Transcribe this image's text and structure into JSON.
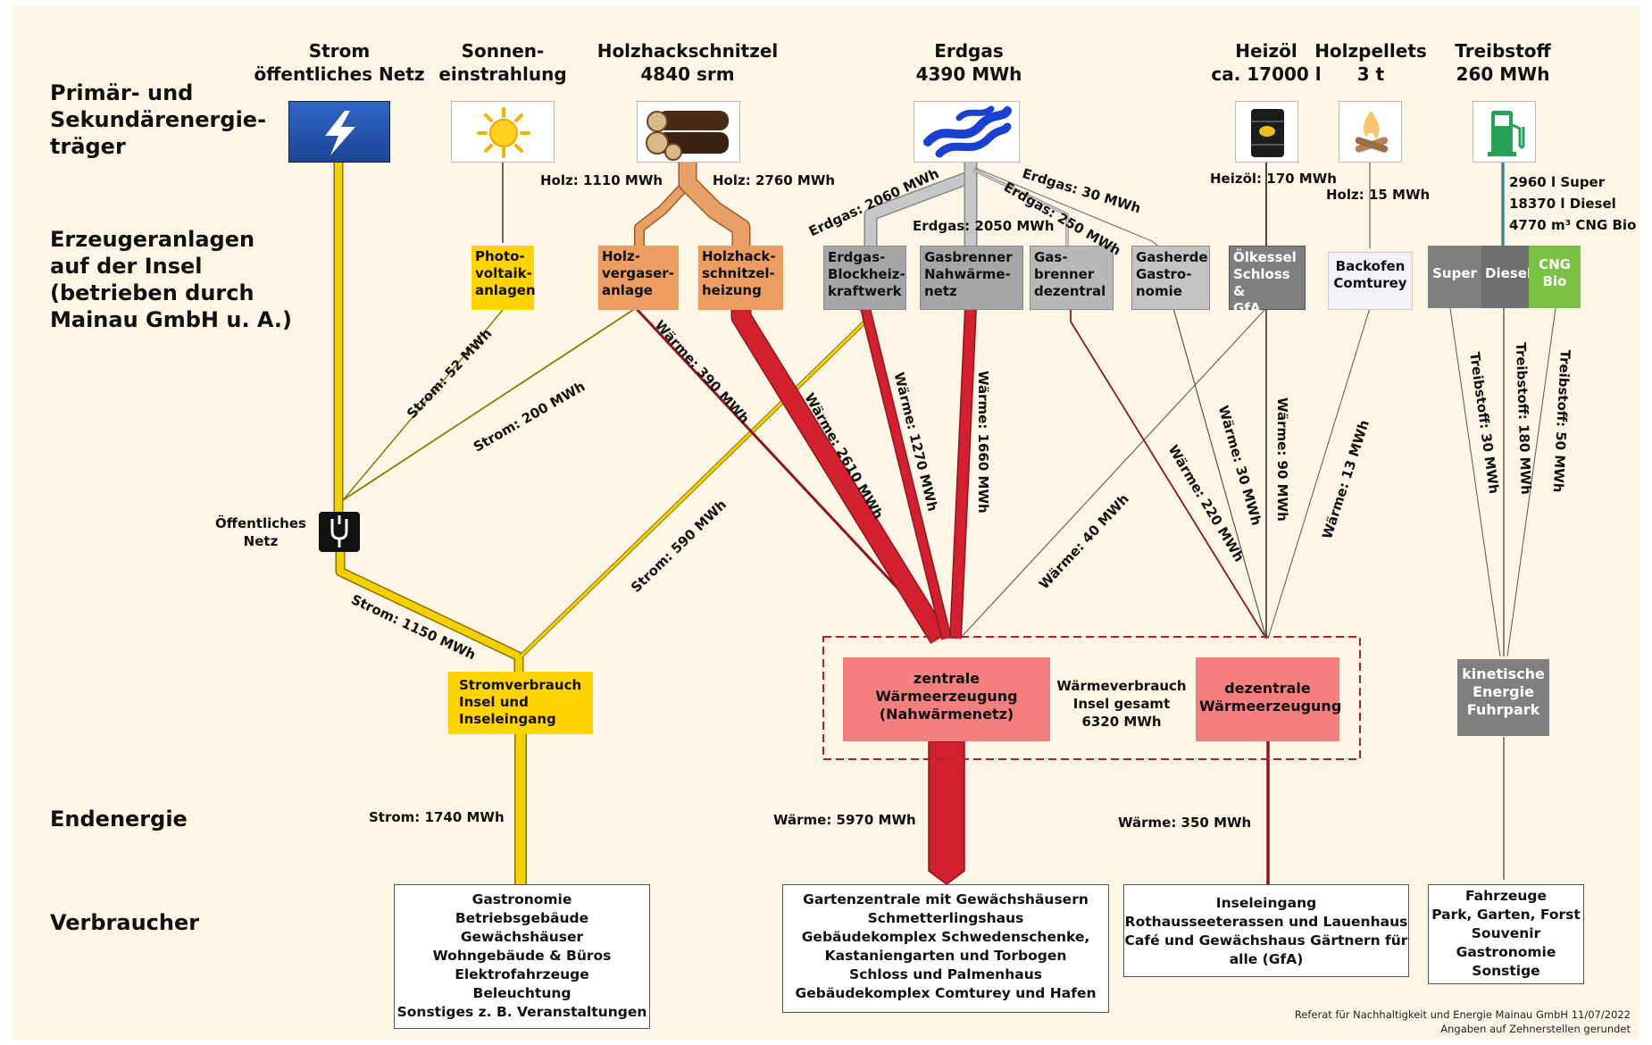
{
  "row_labels": {
    "primary": "Primär- und\nSekundärenergie-\nträger",
    "producers": "Erzeugeranlagen\nauf der Insel\n(betrieben durch\nMainau GmbH u. A.)",
    "final_energy": "Endenergie",
    "consumers": "Verbraucher"
  },
  "sources": {
    "strom": "Strom\nöffentliches Netz",
    "sonne": "Sonnen-\neinstrahlung",
    "holz": "Holzhackschnitzel\n4840 srm",
    "erdgas": "Erdgas\n4390 MWh",
    "heizoel": "Heizöl\nca. 17000 l",
    "pellets": "Holzpellets\n3 t",
    "treibstoff": "Treibstoff\n260 MWh"
  },
  "source_notes": {
    "treibstoff_detail": "2960 l Super\n18370 l Diesel\n4770 m³ CNG Bio"
  },
  "producers": {
    "pv": "Photo-\nvoltaik-\nanlagen",
    "holzvergaser": "Holz-\nvergaser-\nanlage",
    "hackschnitzel": "Holzhack-\nschnitzel-\nheizung",
    "bhkw": "Erdgas-\nBlockheiz-\nkraftwerk",
    "gasbrenner_nw": "Gasbrenner\nNahwärme-\nnetz",
    "gasbrenner_dez": "Gas-\nbrenner\ndezentral",
    "gasherde": "Gasherde\nGastro-\nnomie",
    "oelkessel": "Ölkessel\nSchloss &\nGfA",
    "backofen": "Backofen\nComturey",
    "super": "Super",
    "diesel": "Diesel",
    "cng": "CNG\nBio"
  },
  "hubs": {
    "netz": "Öffentliches\nNetz",
    "stromverbrauch": "Stromverbrauch\nInsel und\nInseleingang",
    "zentrale": "zentrale\nWärmeerzeugung\n(Nahwärmenetz)",
    "waerme_gesamt": "Wärmeverbrauch\nInsel gesamt\n6320 MWh",
    "dezentrale": "dezentrale\nWärmeerzeugung",
    "kinetisch": "kinetische\nEnergie\nFuhrpark"
  },
  "flows": {
    "holz_1110": "Holz: 1110 MWh",
    "holz_2760": "Holz: 2760 MWh",
    "erdgas_2060": "Erdgas: 2060 MWh",
    "erdgas_2050": "Erdgas: 2050 MWh",
    "erdgas_250": "Erdgas: 250 MWh",
    "erdgas_30": "Erdgas: 30 MWh",
    "heizoel_170": "Heizöl: 170 MWh",
    "holz_15": "Holz: 15 MWh",
    "strom_52": "Strom: 52 MWh",
    "strom_200": "Strom: 200 MWh",
    "waerme_390": "Wärme: 390 MWh",
    "waerme_2610": "Wärme: 2610 MWh",
    "waerme_1270": "Wärme: 1270 MWh",
    "waerme_1660": "Wärme: 1660 MWh",
    "strom_590": "Strom: 590 MWh",
    "waerme_40": "Wärme: 40 MWh",
    "waerme_220": "Wärme: 220 MWh",
    "waerme_30": "Wärme: 30 MWh",
    "waerme_90": "Wärme: 90 MWh",
    "waerme_13": "Wärme: 13 MWh",
    "treib_30": "Treibstoff: 30 MWh",
    "treib_180": "Treibstoff: 180 MWh",
    "treib_50": "Treibstoff: 50 MWh",
    "strom_1150": "Strom: 1150 MWh",
    "strom_1740": "Strom: 1740 MWh",
    "waerme_5970": "Wärme: 5970 MWh",
    "waerme_350": "Wärme: 350 MWh"
  },
  "consumers": {
    "strom": "Gastronomie\nBetriebsgebäude\nGewächshäuser\nWohngebäude & Büros\nElektrofahrzeuge\nBeleuchtung\nSonstiges z. B. Veranstaltungen",
    "zentral": "Gartenzentrale mit Gewächshäusern\nSchmetterlingshaus\nGebäudekomplex Schwedenschenke,\nKastaniengarten und Torbogen\nSchloss und Palmenhaus\nGebäudekomplex Comturey und Hafen",
    "dezentral": "Inseleingang\nRothausseeterassen und Lauenhaus\nCafé und Gewächshaus Gärtnern für\nalle (GfA)",
    "fahrzeuge": "Fahrzeuge\nPark, Garten, Forst\nSouvenir\nGastronomie\nSonstige"
  },
  "footer": "Referat für Nachhaltigkeit und Energie Mainau GmbH 11/07/2022\nAngaben auf Zehnerstellen gerundet",
  "colors": {
    "strom": "#f5d000",
    "holz": "#e9a066",
    "erdgas": "#c0c0c0",
    "waerme": "#d2202f",
    "oel": "#555555",
    "treib": "#5ba5a8",
    "hub_heat": "#f47f7f",
    "box_grey": "#a6a6a6",
    "box_dark": "#7f7f7f",
    "cng": "#7ac143"
  },
  "icon_names": [
    "lightning-icon",
    "sun-icon",
    "logs-icon",
    "gas-flame-icon",
    "oil-barrel-icon",
    "campfire-icon",
    "fuel-pump-icon",
    "power-plug-icon"
  ]
}
